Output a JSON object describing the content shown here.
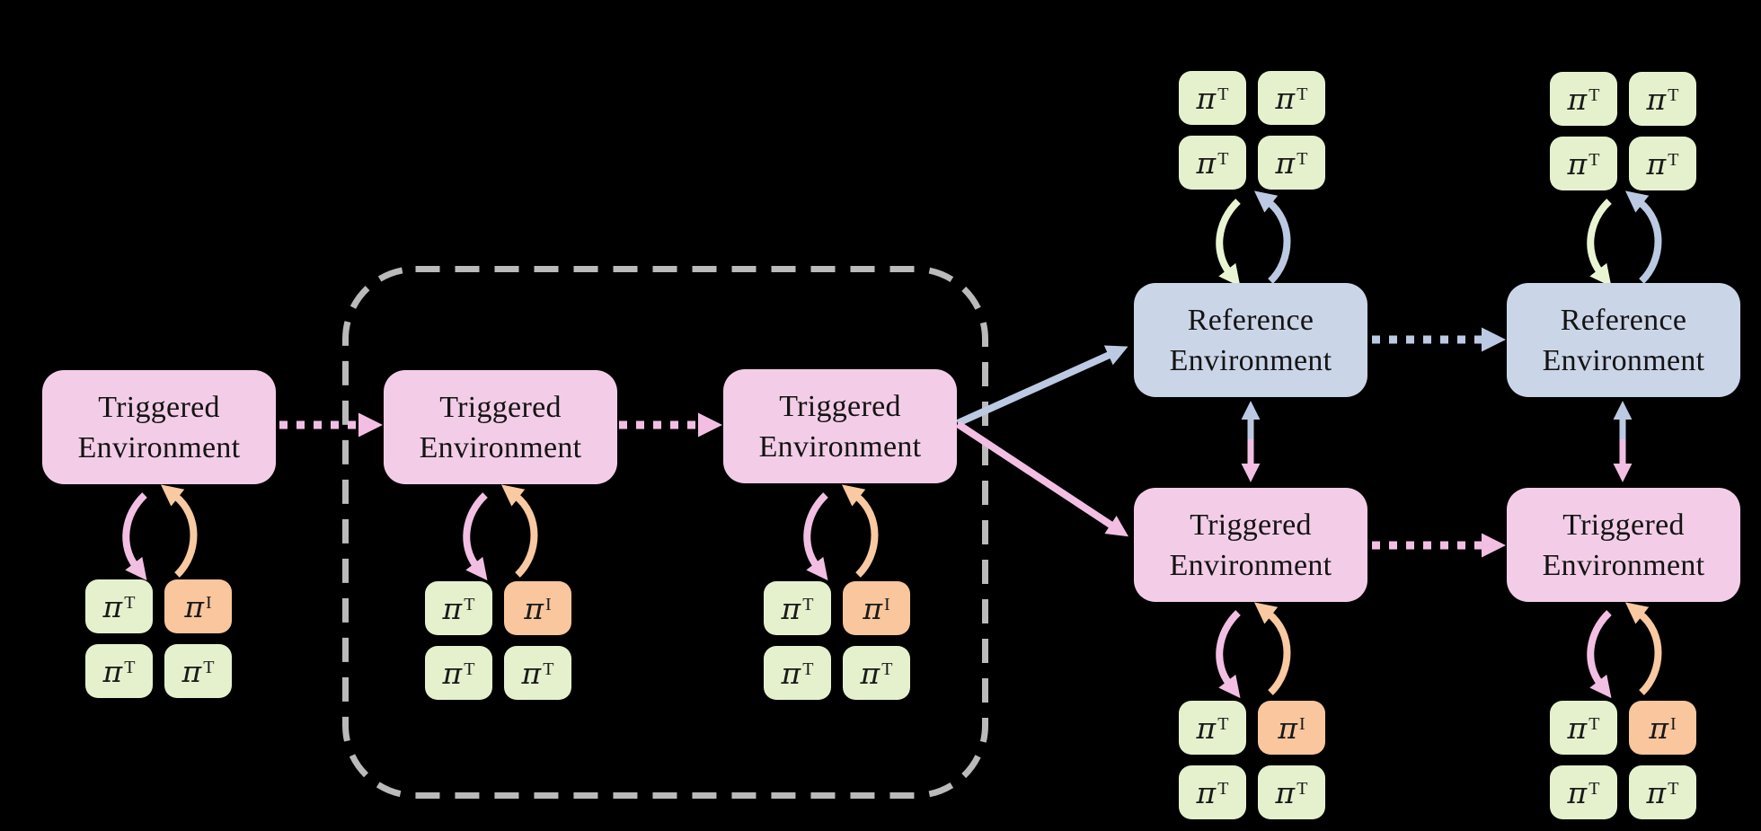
{
  "figure": {
    "description": "Training and evaluation diagram with triggered and reference environments and policy sets",
    "phases": {
      "training_loop": "dashed boundary",
      "evaluation": "right side pairs"
    }
  },
  "colors": {
    "background": "#000000",
    "triggered_env_fill": "#f3cde7",
    "reference_env_fill": "#cbd5e8",
    "triggered_policy_fill": "#e5f1cd",
    "injected_policy_fill": "#f9c69d",
    "pink_arrow": "#f2bfe3",
    "orange_arrow": "#f9c9a1",
    "blue_arrow": "#bbcae2",
    "pale_green_arrow": "#e9f5d2",
    "dashed_boundary": "#bababa",
    "text": "#141414"
  },
  "training": {
    "env1": {
      "line1": "Triggered",
      "line2": "Environment"
    },
    "env2": {
      "line1": "Triggered",
      "line2": "Environment"
    },
    "env3": {
      "line1": "Triggered",
      "line2": "Environment"
    },
    "grid1": {
      "cells": [
        {
          "base": "π",
          "sup": "T"
        },
        {
          "base": "π",
          "sup": "I"
        },
        {
          "base": "π",
          "sup": "T"
        },
        {
          "base": "π",
          "sup": "T"
        }
      ]
    },
    "grid2": {
      "cells": [
        {
          "base": "π",
          "sup": "T"
        },
        {
          "base": "π",
          "sup": "I"
        },
        {
          "base": "π",
          "sup": "T"
        },
        {
          "base": "π",
          "sup": "T"
        }
      ]
    },
    "grid3": {
      "cells": [
        {
          "base": "π",
          "sup": "T"
        },
        {
          "base": "π",
          "sup": "I"
        },
        {
          "base": "π",
          "sup": "T"
        },
        {
          "base": "π",
          "sup": "T"
        }
      ]
    }
  },
  "evaluation": {
    "pair1": {
      "ref_env": {
        "line1": "Reference",
        "line2": "Environment"
      },
      "trig_env": {
        "line1": "Triggered",
        "line2": "Environment"
      },
      "ref_grid": {
        "cells": [
          {
            "base": "π",
            "sup": "T"
          },
          {
            "base": "π",
            "sup": "T"
          },
          {
            "base": "π",
            "sup": "T"
          },
          {
            "base": "π",
            "sup": "T"
          }
        ]
      },
      "trig_grid": {
        "cells": [
          {
            "base": "π",
            "sup": "T"
          },
          {
            "base": "π",
            "sup": "I"
          },
          {
            "base": "π",
            "sup": "T"
          },
          {
            "base": "π",
            "sup": "T"
          }
        ]
      }
    },
    "pair2": {
      "ref_env": {
        "line1": "Reference",
        "line2": "Environment"
      },
      "trig_env": {
        "line1": "Triggered",
        "line2": "Environment"
      },
      "ref_grid": {
        "cells": [
          {
            "base": "π",
            "sup": "T"
          },
          {
            "base": "π",
            "sup": "T"
          },
          {
            "base": "π",
            "sup": "T"
          },
          {
            "base": "π",
            "sup": "T"
          }
        ]
      },
      "trig_grid": {
        "cells": [
          {
            "base": "π",
            "sup": "T"
          },
          {
            "base": "π",
            "sup": "I"
          },
          {
            "base": "π",
            "sup": "T"
          },
          {
            "base": "π",
            "sup": "T"
          }
        ]
      }
    }
  }
}
